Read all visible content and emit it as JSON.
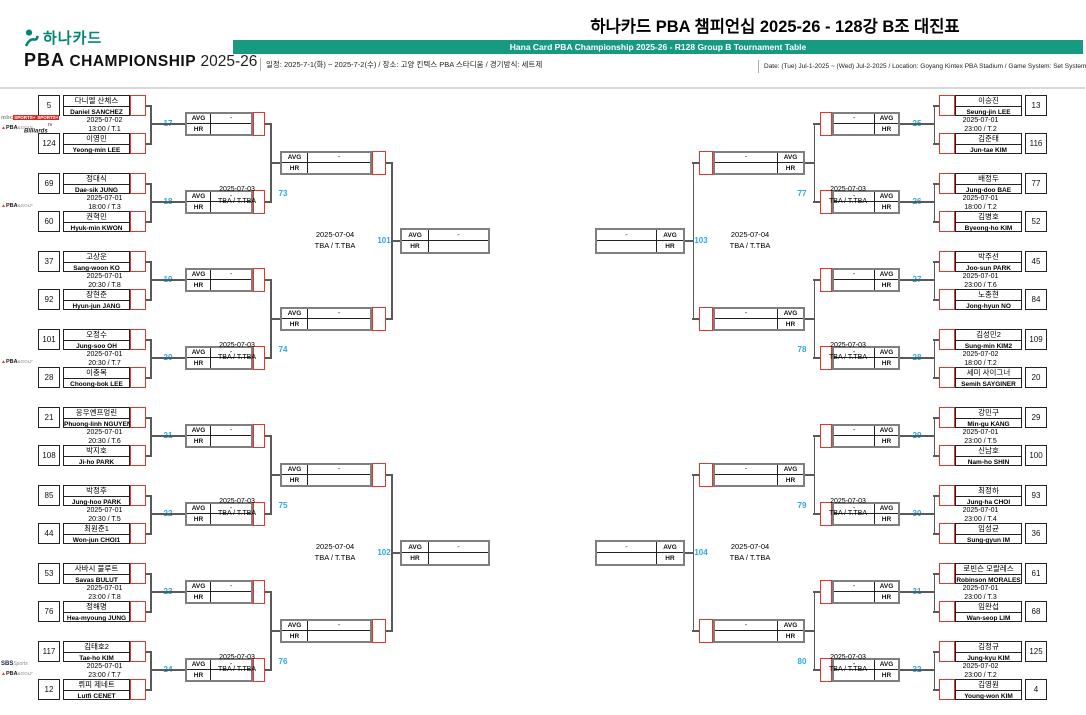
{
  "header": {
    "logo": {
      "hana": "하나카드",
      "pba": "PBA",
      "championship": "CHAMPIONSHIP",
      "season": "2025-26"
    },
    "title_ko": "하나카드 PBA 챔피언십 2025-26 - 128강 B조 대진표",
    "title_en": "Hana Card PBA Championship 2025-26 - R128 Group B Tournament Table",
    "info_ko": "일정: 2025-7-1(화) ~ 2025-7-2(수) / 장소: 고양 킨텍스 PBA 스타디움 / 경기방식: 세트제",
    "info_en": "Date: (Tue) Jul-1-2025 ~ (Wed) Jul-2-2025 / Location: Goyang Kintex PBA Stadium / Game System: Set System"
  },
  "labels": {
    "avg": "AVG",
    "hr": "HR",
    "dash": "-"
  },
  "colors": {
    "teal": "#179a82",
    "hana_green": "#008577",
    "match_number_blue": "#2aa8e0",
    "winner_cell_red": "#e8332a"
  },
  "broadcasters": {
    "mbc": {
      "a": "mbc",
      "b": "SPORTS+"
    },
    "btv": {
      "a": "Billiards",
      "b": "TV"
    },
    "pbagolf": {
      "a": "▲",
      "b": "PBA",
      "c": "&GOLF"
    },
    "sbs": {
      "a": "SBS",
      "b": "Sports"
    }
  },
  "rounds": {
    "r128_left": [
      {
        "num": "17",
        "date": "2025-07-02",
        "time": "13:00 / T.1",
        "logos": [
          "mbc",
          "btv"
        ],
        "players": [
          {
            "seed": "5",
            "ko": "다니엘 산체스",
            "en": "Daniel SANCHEZ"
          },
          {
            "seed": "124",
            "ko": "이영민",
            "en": "Yeong-min LEE"
          }
        ]
      },
      {
        "num": "18",
        "date": "2025-07-01",
        "time": "18:00 / T.3",
        "logos": [],
        "players": [
          {
            "seed": "69",
            "ko": "정대식",
            "en": "Dae-sik JUNG"
          },
          {
            "seed": "60",
            "ko": "권혁민",
            "en": "Hyuk-min KWON"
          }
        ]
      },
      {
        "num": "19",
        "date": "2025-07-01",
        "time": "20:30 / T.8",
        "logos": [],
        "players": [
          {
            "seed": "37",
            "ko": "고상운",
            "en": "Sang-woon KO"
          },
          {
            "seed": "92",
            "ko": "장현준",
            "en": "Hyun-jun JANG"
          }
        ]
      },
      {
        "num": "20",
        "date": "2025-07-01",
        "time": "20:30 / T.7",
        "logos": [],
        "players": [
          {
            "seed": "101",
            "ko": "오정수",
            "en": "Jung-soo OH"
          },
          {
            "seed": "28",
            "ko": "이충복",
            "en": "Choong-bok LEE"
          }
        ]
      },
      {
        "num": "21",
        "date": "2025-07-01",
        "time": "20:30 / T.6",
        "logos": [],
        "players": [
          {
            "seed": "21",
            "ko": "응우옌프엉린",
            "en": "Phuong-linh NGUYEN"
          },
          {
            "seed": "108",
            "ko": "박지호",
            "en": "Ji-ho PARK"
          }
        ]
      },
      {
        "num": "22",
        "date": "2025-07-01",
        "time": "20:30 / T.5",
        "logos": [],
        "players": [
          {
            "seed": "85",
            "ko": "박정후",
            "en": "Jung-hoo PARK"
          },
          {
            "seed": "44",
            "ko": "최원준1",
            "en": "Won-jun CHOI1"
          }
        ]
      },
      {
        "num": "23",
        "date": "2025-07-01",
        "time": "23:00 / T.8",
        "logos": [],
        "players": [
          {
            "seed": "53",
            "ko": "사바시 불루트",
            "en": "Savas BULUT"
          },
          {
            "seed": "76",
            "ko": "정해명",
            "en": "Hea-myoung JUNG"
          }
        ]
      },
      {
        "num": "24",
        "date": "2025-07-01",
        "time": "23:00 / T.7",
        "logos": [],
        "players": [
          {
            "seed": "117",
            "ko": "김태호2",
            "en": "Tae-ho KIM"
          },
          {
            "seed": "12",
            "ko": "뤼피 제네트",
            "en": "Lutfi CENET"
          }
        ]
      }
    ],
    "r128_right": [
      {
        "num": "25",
        "date": "2025-07-01",
        "time": "23:00 / T.2",
        "logos": [
          "mbc",
          "pbagolf"
        ],
        "players": [
          {
            "seed": "13",
            "ko": "이승진",
            "en": "Seung-jin LEE"
          },
          {
            "seed": "116",
            "ko": "김준태",
            "en": "Jun-tae KIM"
          }
        ]
      },
      {
        "num": "26",
        "date": "2025-07-01",
        "time": "18:00 / T.2",
        "logos": [
          "pbagolf"
        ],
        "players": [
          {
            "seed": "77",
            "ko": "배정두",
            "en": "Jung-doo BAE"
          },
          {
            "seed": "52",
            "ko": "김병호",
            "en": "Byeong-ho KIM"
          }
        ]
      },
      {
        "num": "27",
        "date": "2025-07-01",
        "time": "23:00 / T.6",
        "logos": [],
        "players": [
          {
            "seed": "45",
            "ko": "박주선",
            "en": "Joo-sun PARK"
          },
          {
            "seed": "84",
            "ko": "노종현",
            "en": "Jong-hyun NO"
          }
        ]
      },
      {
        "num": "28",
        "date": "2025-07-02",
        "time": "18:00 / T.2",
        "logos": [
          "pbagolf"
        ],
        "players": [
          {
            "seed": "109",
            "ko": "김성민2",
            "en": "Sung-min KIM2"
          },
          {
            "seed": "20",
            "ko": "세미 사이그너",
            "en": "Semih SAYGINER"
          }
        ]
      },
      {
        "num": "29",
        "date": "2025-07-01",
        "time": "23:00 / T.5",
        "logos": [],
        "players": [
          {
            "seed": "29",
            "ko": "강민구",
            "en": "Min-gu KANG"
          },
          {
            "seed": "100",
            "ko": "신남호",
            "en": "Nam-ho SHIN"
          }
        ]
      },
      {
        "num": "30",
        "date": "2025-07-01",
        "time": "23:00 / T.4",
        "logos": [],
        "players": [
          {
            "seed": "93",
            "ko": "최정하",
            "en": "Jung-ha CHOI"
          },
          {
            "seed": "36",
            "ko": "임성균",
            "en": "Sung-gyun IM"
          }
        ]
      },
      {
        "num": "31",
        "date": "2025-07-01",
        "time": "23:00 / T.3",
        "logos": [],
        "players": [
          {
            "seed": "61",
            "ko": "로빈슨 모랄레스",
            "en": "Robinson MORALES"
          },
          {
            "seed": "68",
            "ko": "임완섭",
            "en": "Wan-seop LIM"
          }
        ]
      },
      {
        "num": "32",
        "date": "2025-07-02",
        "time": "23:00 / T.2",
        "logos": [
          "sbs",
          "pbagolf"
        ],
        "players": [
          {
            "seed": "125",
            "ko": "김정규",
            "en": "Jung-kyu KIM"
          },
          {
            "seed": "4",
            "ko": "김영원",
            "en": "Young-won KIM"
          }
        ]
      }
    ],
    "r64_left": [
      {
        "num": "73",
        "date": "2025-07-03",
        "time": "TBA / T.TBA"
      },
      {
        "num": "74",
        "date": "2025-07-03",
        "time": "TBA / T.TBA"
      },
      {
        "num": "75",
        "date": "2025-07-03",
        "time": "TBA / T.TBA"
      },
      {
        "num": "76",
        "date": "2025-07-03",
        "time": "TBA / T.TBA"
      }
    ],
    "r64_right": [
      {
        "num": "77",
        "date": "2025-07-03",
        "time": "TBA / T.TBA"
      },
      {
        "num": "78",
        "date": "2025-07-03",
        "time": "TBA / T.TBA"
      },
      {
        "num": "79",
        "date": "2025-07-03",
        "time": "TBA / T.TBA"
      },
      {
        "num": "80",
        "date": "2025-07-03",
        "time": "TBA / T.TBA"
      }
    ],
    "r32_left": [
      {
        "num": "101",
        "date": "2025-07-04",
        "time": "TBA / T.TBA"
      },
      {
        "num": "102",
        "date": "2025-07-04",
        "time": "TBA / T.TBA"
      }
    ],
    "r32_right": [
      {
        "num": "103",
        "date": "2025-07-04",
        "time": "TBA / T.TBA"
      },
      {
        "num": "104",
        "date": "2025-07-04",
        "time": "TBA / T.TBA"
      }
    ]
  }
}
